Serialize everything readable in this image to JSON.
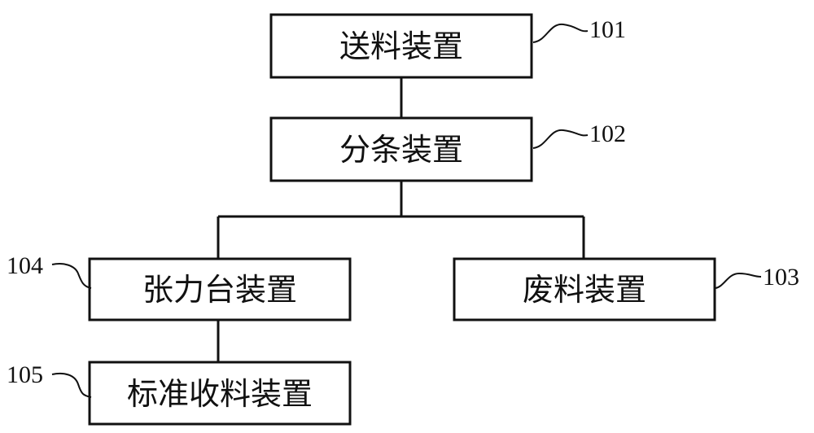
{
  "boxes": {
    "feeding": {
      "label": "送料装置",
      "ref": "101"
    },
    "slitting": {
      "label": "分条装置",
      "ref": "102"
    },
    "waste": {
      "label": "废料装置",
      "ref": "103"
    },
    "tension": {
      "label": "张力台装置",
      "ref": "104"
    },
    "collecting": {
      "label": "标准收料装置",
      "ref": "105"
    }
  }
}
